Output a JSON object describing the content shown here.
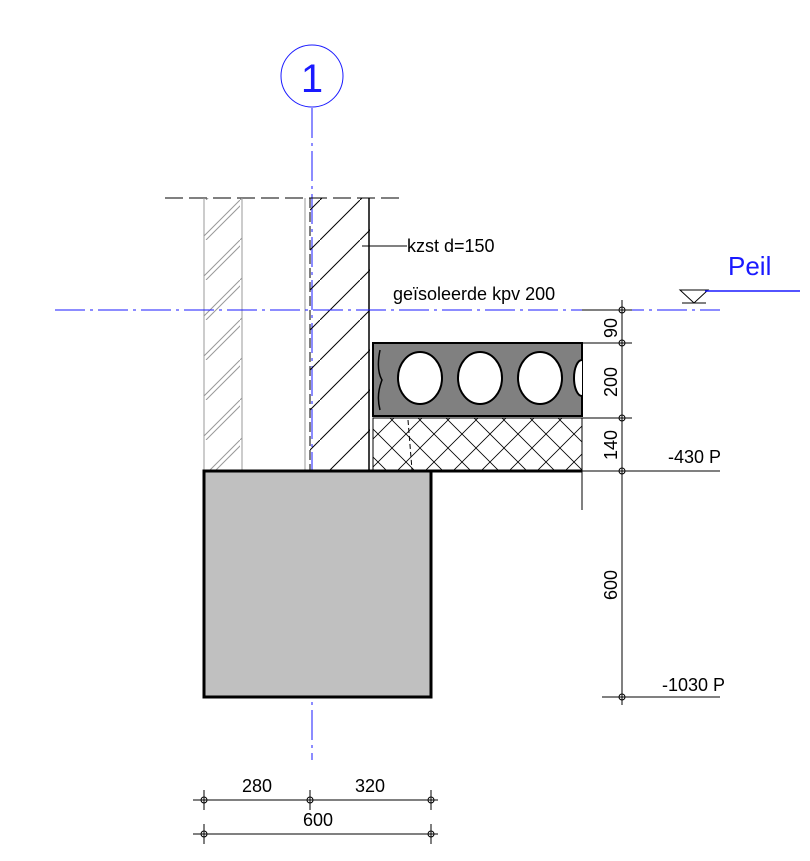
{
  "grid": {
    "label": "1"
  },
  "level": {
    "label": "Peil"
  },
  "labels": {
    "wall": "kzst d=150",
    "floor": "geïsoleerde kpv 200"
  },
  "dims_vertical": {
    "d90": "90",
    "d200": "200",
    "d140": "140",
    "d600": "600"
  },
  "dims_horizontal": {
    "d280": "280",
    "d320": "320",
    "d600": "600"
  },
  "elevations": {
    "e1": "-430 P",
    "e2": "-1030 P"
  },
  "colors": {
    "blue": "#1a1aff",
    "slab_fill": "#808080",
    "footing_fill": "#c0c0c0"
  }
}
